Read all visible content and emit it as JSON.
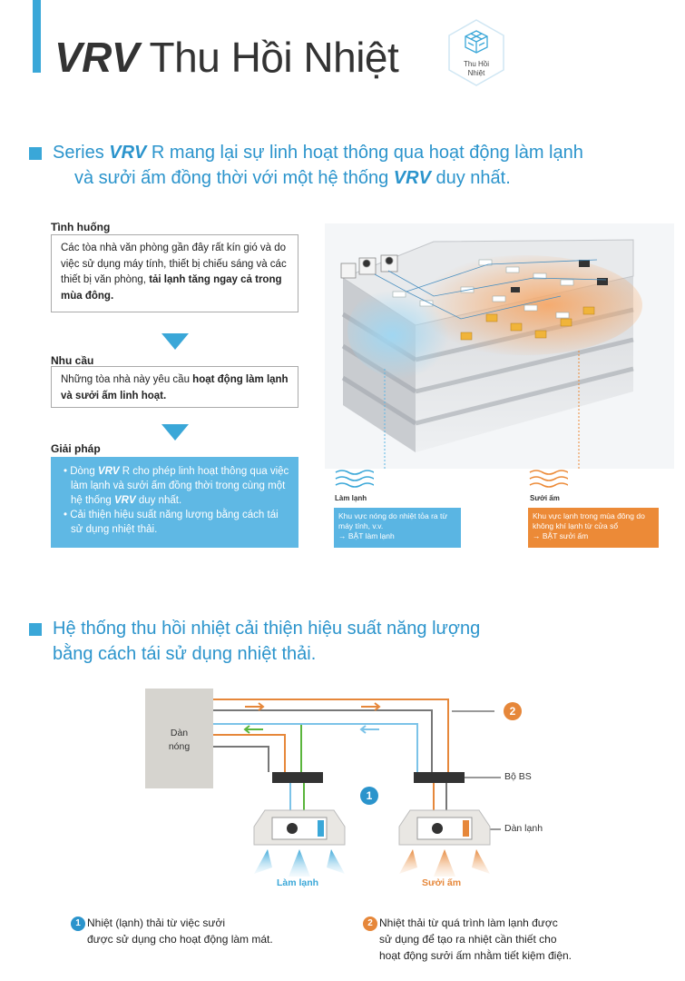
{
  "header": {
    "title_vrv": "VRV",
    "title_rest": " Thu Hồi Nhiệt",
    "badge_line1": "Thu Hồi",
    "badge_line2": "Nhiệt"
  },
  "section1": {
    "line1_pre": "Series ",
    "line1_vrv": "VRV",
    "line1_post": " R mang lại sự linh hoạt thông qua hoạt động làm lạnh",
    "line2_pre": "và sưởi ấm đồng thời với một hệ thống ",
    "line2_vrv": "VRV",
    "line2_post": " duy nhất."
  },
  "situation": {
    "label": "Tình huống",
    "text_normal": "Các tòa nhà văn phòng gần đây rất kín gió và do việc sử dụng máy tính, thiết bị chiếu sáng và các thiết bị văn phòng, ",
    "text_bold": "tải lạnh tăng ngay cả trong mùa đông."
  },
  "need": {
    "label": "Nhu cầu",
    "text_normal": "Những tòa nhà này yêu cầu ",
    "text_bold": "hoạt động làm lạnh và sưởi ấm linh hoạt."
  },
  "solution": {
    "label": "Giải pháp",
    "b1_pre": "• Dòng ",
    "b1_vrv": "VRV",
    "b1_mid": " R cho phép linh hoạt thông qua việc làm lạnh và sưởi ấm đồng thời trong cùng một hệ thống ",
    "b1_vrv2": "VRV",
    "b1_post": " duy nhất.",
    "b2": "• Cải thiện hiệu suất năng lượng bằng cách tái sử dụng nhiệt thải."
  },
  "building": {
    "cool_label": "Làm lạnh",
    "heat_label": "Sưởi ấm",
    "cool_info_1": "Khu vực nóng do nhiệt tỏa ra từ",
    "cool_info_2": "máy tính, v.v.",
    "cool_info_3": "→ BẬT làm lạnh",
    "heat_info_1": "Khu vực lạnh trong mùa đông do",
    "heat_info_2": "không khí lạnh từ cửa sổ",
    "heat_info_3": "→ BẬT sưởi ấm"
  },
  "section2": {
    "line1": "Hệ thống thu hồi nhiệt cải thiện hiệu suất năng lượng",
    "line2": "bằng cách tái sử dụng nhiệt thải."
  },
  "diagram": {
    "outdoor_line1": "Dàn",
    "outdoor_line2": "nóng",
    "bs_label": "Bộ BS",
    "indoor_label": "Dàn lạnh",
    "cool_label": "Làm lạnh",
    "heat_label": "Sưởi ấm",
    "num1": "1",
    "num2": "2",
    "colors": {
      "orange": "#e6873a",
      "green": "#5ab53c",
      "blue": "#7cc3e8",
      "unit": "#333333"
    }
  },
  "notes": {
    "n1_num": "1",
    "n1_l1": "Nhiệt (lạnh) thải từ việc sưởi",
    "n1_l2": "được sử dụng cho hoạt động làm mát.",
    "n2_num": "2",
    "n2_l1": "Nhiệt thải từ quá trình làm lạnh được",
    "n2_l2": "sử dụng để tạo ra nhiệt cần thiết cho",
    "n2_l3": "hoạt động sưởi ấm nhằm tiết kiệm điện."
  },
  "colors": {
    "accent": "#3aa7d8",
    "solution_bg": "#5fb8e4",
    "orange": "#ec8a37"
  }
}
